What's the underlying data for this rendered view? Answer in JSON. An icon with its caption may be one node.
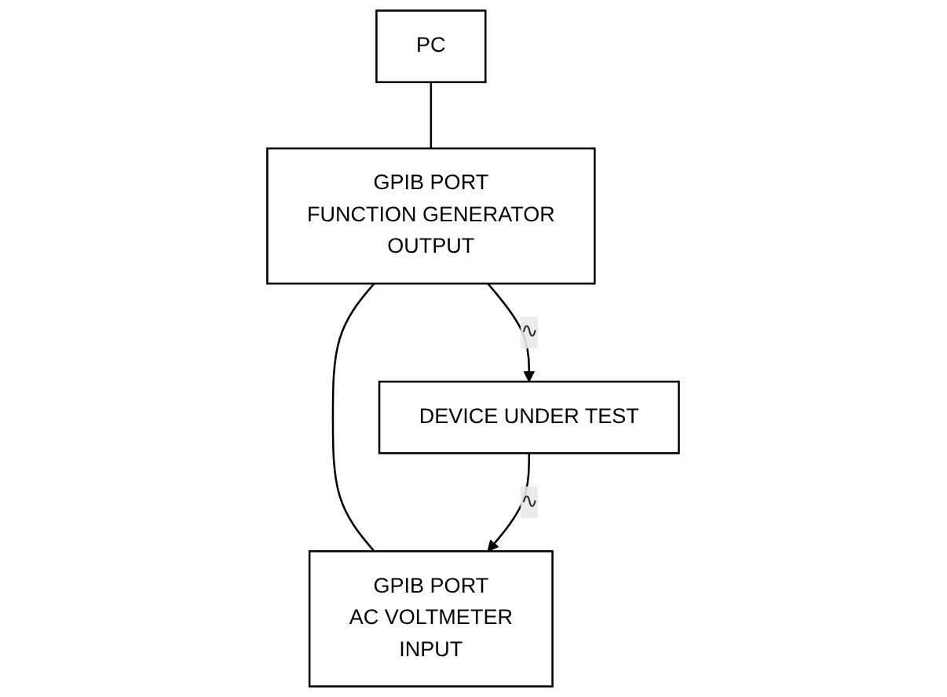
{
  "diagram": {
    "nodes": [
      {
        "text": [
          "PC"
        ]
      },
      {
        "text": [
          "GPIB PORT",
          "FUNCTION GENERATOR",
          "OUTPUT"
        ]
      },
      {
        "text": [
          "GPIB PORT",
          "AC VOLTMETER",
          "INPUT"
        ]
      },
      {
        "text": [
          "DEVICE UNDER TEST"
        ]
      }
    ],
    "edges": [
      {
        "from": 0,
        "to": 1,
        "arrow": "none"
      },
      {
        "from": 1,
        "to": 2,
        "arrow": "none"
      },
      {
        "from": 1,
        "to": 3,
        "arrow": "to",
        "label": "∿"
      },
      {
        "from": 3,
        "to": 2,
        "arrow": "to",
        "label": "∿"
      }
    ]
  }
}
